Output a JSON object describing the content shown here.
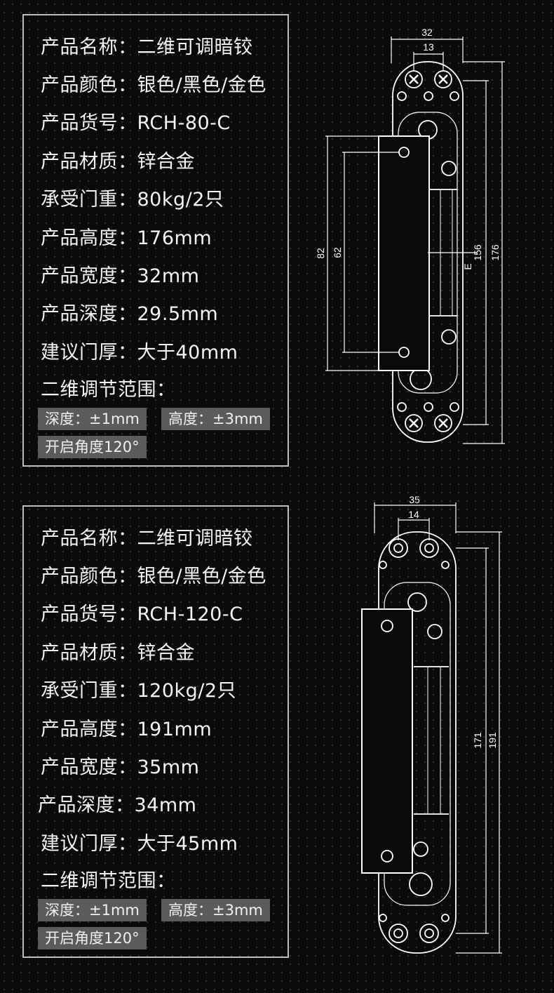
{
  "products": [
    {
      "spec_lines": [
        "产品名称：二维可调暗铰",
        "产品颜色：银色/黑色/金色",
        "产品货号：RCH-80-C",
        "产品材质：锌合金",
        "承受门重：80kg/2只",
        "产品高度：176mm",
        "产品宽度：32mm",
        "产品深度：29.5mm",
        "建议门厚：大于40mm",
        "二维调节范围："
      ],
      "adjust_tags": [
        "深度：±1mm",
        "高度：±3mm",
        "开启角度120°"
      ],
      "dimensions": {
        "width": "32",
        "hole_spacing": "13",
        "plate_outer": "82",
        "plate_holes": "62",
        "body": "156",
        "total": "176",
        "mark": "E"
      }
    },
    {
      "spec_lines": [
        "产品名称：二维可调暗铰",
        "产品颜色：银色/黑色/金色",
        "产品货号：RCH-120-C",
        "产品材质：锌合金",
        "承受门重：120kg/2只",
        "产品高度：191mm",
        "产品宽度：35mm",
        "产品深度：34mm",
        "建议门厚：大于45mm",
        "二维调节范围："
      ],
      "adjust_tags": [
        "深度：±1mm",
        "高度：±3mm",
        "开启角度120°"
      ],
      "dimensions": {
        "width": "35",
        "hole_spacing": "14",
        "body": "171",
        "total": "191"
      }
    }
  ],
  "colors": {
    "background": "#0a0a0a",
    "border": "#bdbdbd",
    "tag_bg": "#5b5b5b",
    "text": "#ffffff"
  }
}
